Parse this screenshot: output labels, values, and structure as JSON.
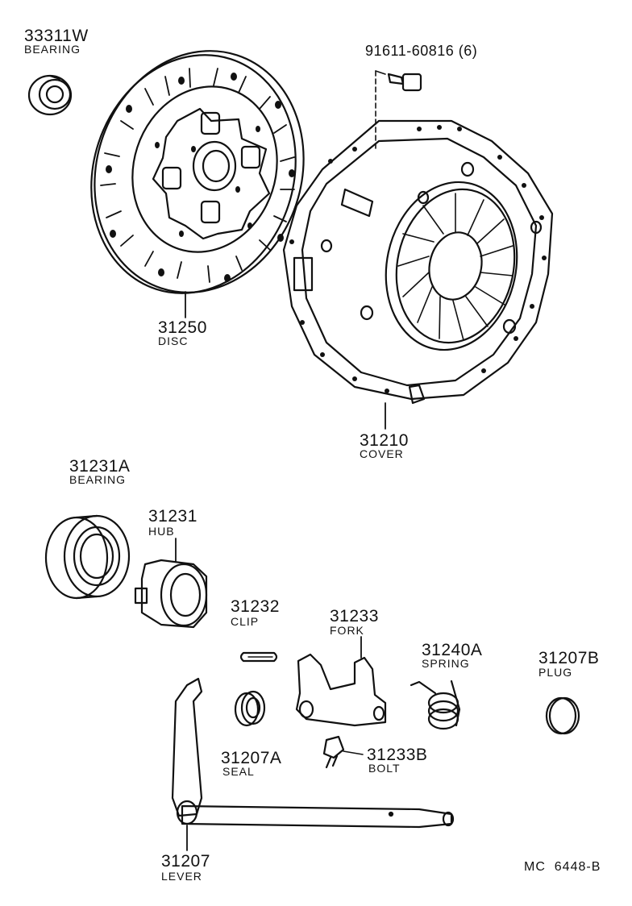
{
  "parts": {
    "p33311w": {
      "number": "33311W",
      "name": "BEARING"
    },
    "p91611": {
      "number": "91611-60816 (6)"
    },
    "p31250": {
      "number": "31250",
      "name": "DISC"
    },
    "p31210": {
      "number": "31210",
      "name": "COVER"
    },
    "p31231a": {
      "number": "31231A",
      "name": "BEARING"
    },
    "p31231": {
      "number": "31231",
      "name": "HUB"
    },
    "p31232": {
      "number": "31232",
      "name": "CLIP"
    },
    "p31233": {
      "number": "31233",
      "name": "FORK"
    },
    "p31240a": {
      "number": "31240A",
      "name": "SPRING"
    },
    "p31207b": {
      "number": "31207B",
      "name": "PLUG"
    },
    "p31207a": {
      "number": "31207A",
      "name": "SEAL"
    },
    "p31233b": {
      "number": "31233B",
      "name": "BOLT"
    },
    "p31207": {
      "number": "31207",
      "name": "LEVER"
    }
  },
  "diagram_code": "MC  6448-B"
}
